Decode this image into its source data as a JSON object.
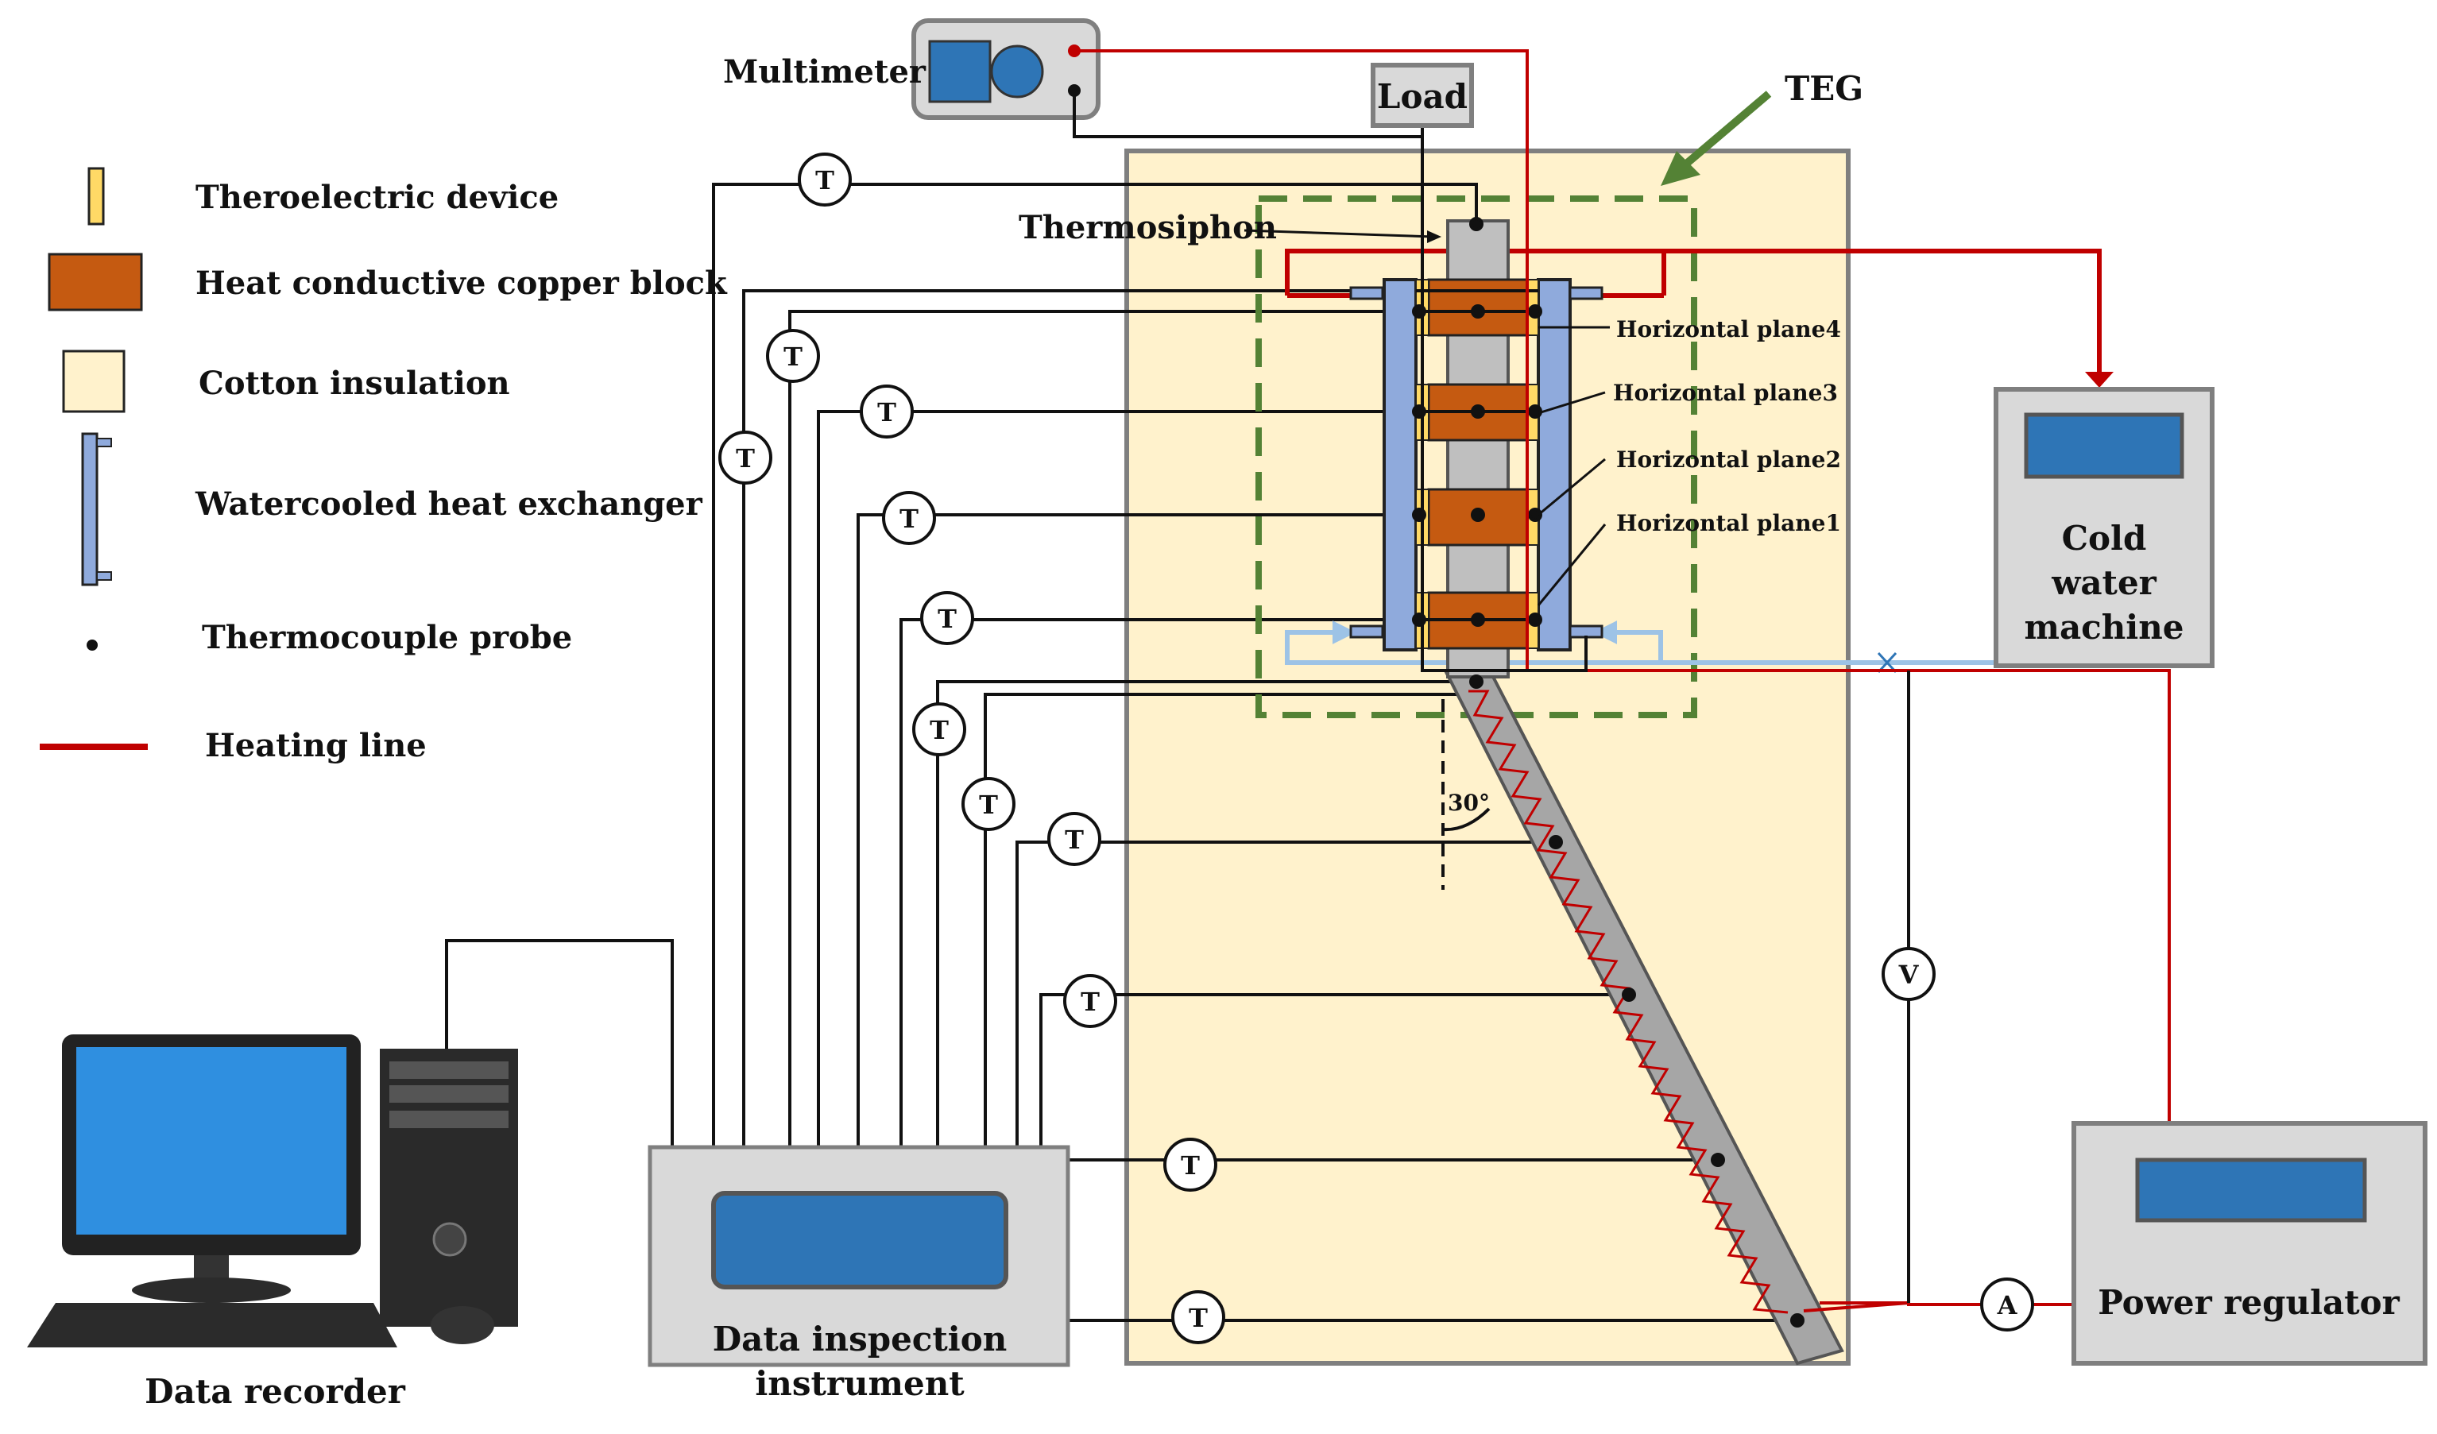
{
  "legend": {
    "items": [
      {
        "key": "teg",
        "label": "Theroelectric device"
      },
      {
        "key": "copper",
        "label": "Heat conductive copper block"
      },
      {
        "key": "cotton",
        "label": "Cotton insulation"
      },
      {
        "key": "exchanger",
        "label": "Watercooled heat exchanger"
      },
      {
        "key": "probe",
        "label": "Thermocouple probe"
      },
      {
        "key": "heating",
        "label": "Heating line"
      }
    ]
  },
  "labels": {
    "multimeter": "Multimeter",
    "load": "Load",
    "teg": "TEG",
    "thermosiphon": "Thermosiphon",
    "plane4": "Horizontal plane4",
    "plane3": "Horizontal plane3",
    "plane2": "Horizontal plane2",
    "plane1": "Horizontal plane1",
    "cold_water_1": "Cold",
    "cold_water_2": "water",
    "cold_water_3": "machine",
    "angle": "30°",
    "data_inspection_1": "Data inspection",
    "data_inspection_2": "instrument",
    "data_recorder": "Data recorder",
    "power_regulator": "Power regulator",
    "thermocouple_symbol": "T",
    "voltmeter_symbol": "V",
    "ammeter_symbol": "A"
  },
  "colors": {
    "cotton": "#fff2cc",
    "copper": "#c55a11",
    "teg_device": "#ffd966",
    "exchanger": "#8faadc",
    "heating_line": "#c00000",
    "water_line": "#9dc3e6",
    "teg_boundary": "#548235",
    "equipment": "#d9d9d9",
    "screen": "#2e75b6"
  }
}
